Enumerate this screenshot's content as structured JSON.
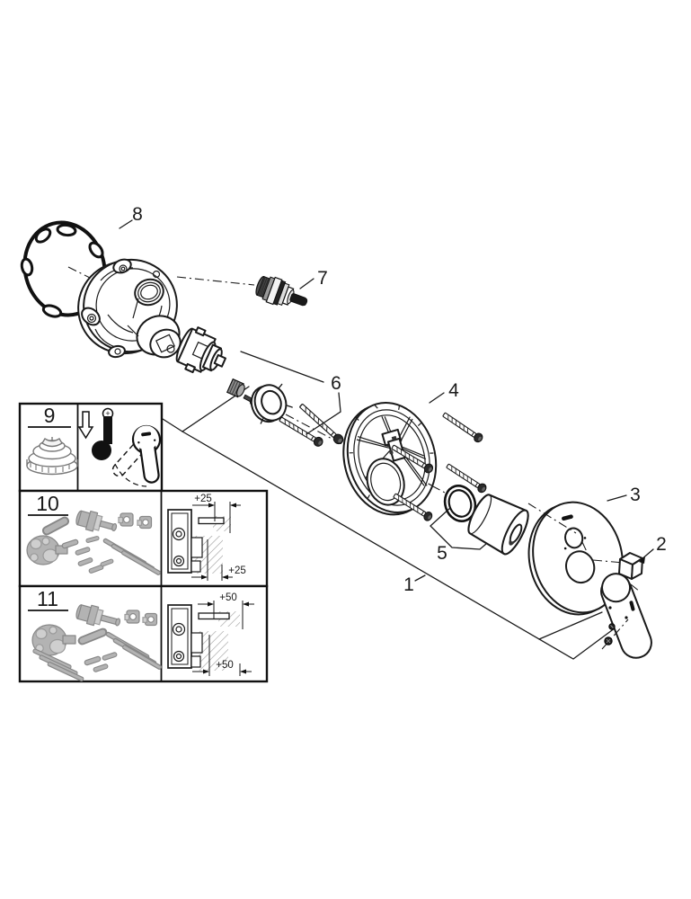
{
  "labels": {
    "p1": "1",
    "p2": "2",
    "p3": "3",
    "p4": "4",
    "p5": "5",
    "p6": "6",
    "p7": "7",
    "p8": "8",
    "p9": "9",
    "p10": "10",
    "p11": "11"
  },
  "dims": {
    "box10_top": "+25",
    "box10_bottom": "+25",
    "box11_top": "+50",
    "box11_bottom": "+50"
  },
  "pictogram": {
    "thermo_plus": "+"
  },
  "colors": {
    "line": "#1a1a1a",
    "gray_part": "#b3b3b3",
    "background": "#ffffff"
  }
}
